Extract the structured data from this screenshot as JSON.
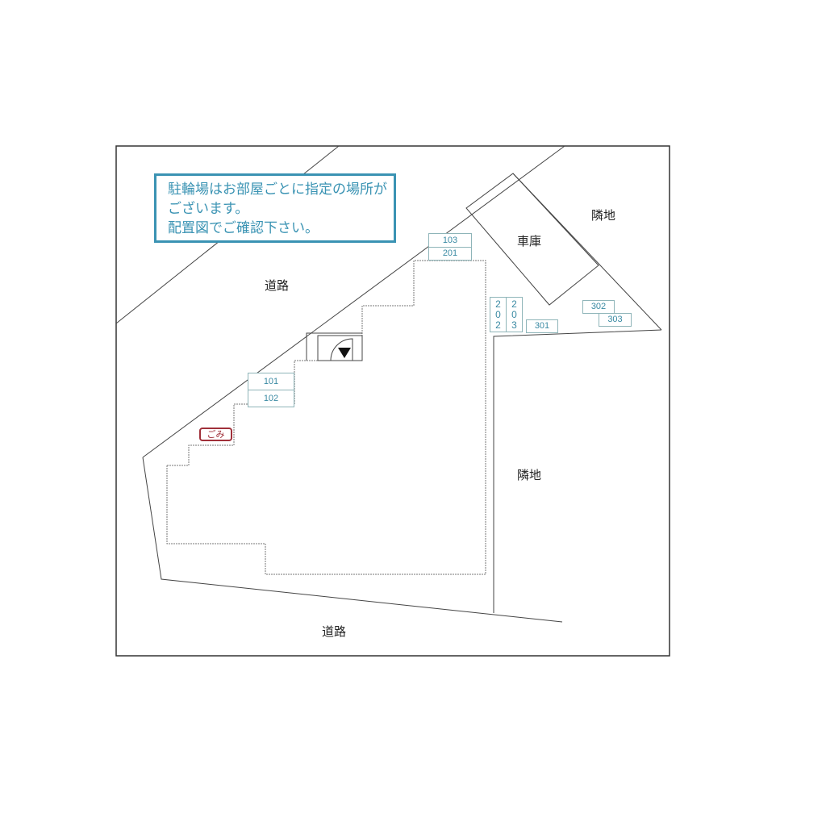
{
  "notice": {
    "lines": [
      "駐輪場はお部屋ごとに指定の場所が",
      "ございます。",
      "配置図でご確認下さい。"
    ],
    "color": "#3a93b3"
  },
  "labels": {
    "road_top": "道路",
    "road_bottom": "道路",
    "garage": "車庫",
    "neighbor_top": "隣地",
    "neighbor_right": "隣地"
  },
  "bike_slots": {
    "s103": "103",
    "s201": "201",
    "s101": "101",
    "s102": "102",
    "s202": [
      "2",
      "0",
      "2"
    ],
    "s203": [
      "2",
      "0",
      "3"
    ],
    "s301": "301",
    "s302": "302",
    "s303": "303"
  },
  "garbage": {
    "label": "ごみ",
    "color": "#a0303a"
  },
  "entrance": {
    "icon": "entrance-triangle-icon",
    "glyph": "▼"
  }
}
